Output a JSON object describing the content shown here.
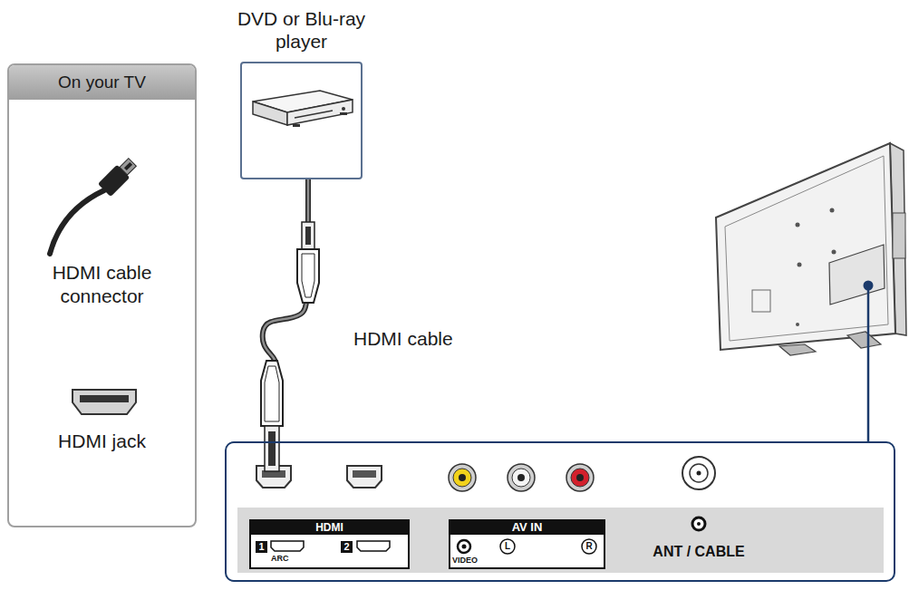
{
  "diagram": {
    "nodes": [
      {
        "text": [
          "On your TV",
          "HDMI cable connector",
          "HDMI jack"
        ]
      },
      {
        "text": [
          "DVD or Blu-ray player"
        ]
      },
      {
        "text": [
          "ANT / CABLE"
        ]
      },
      {
        "text": [
          "HDMI",
          "1",
          "ARC",
          "2"
        ],
        "in": 2
      },
      {
        "text": [
          "AV IN",
          "VIDEO",
          "L",
          "R"
        ],
        "in": 2
      }
    ],
    "edges": [
      {
        "from": 1,
        "to": 2,
        "arrow": "none",
        "label": "HDMI cable"
      }
    ]
  }
}
